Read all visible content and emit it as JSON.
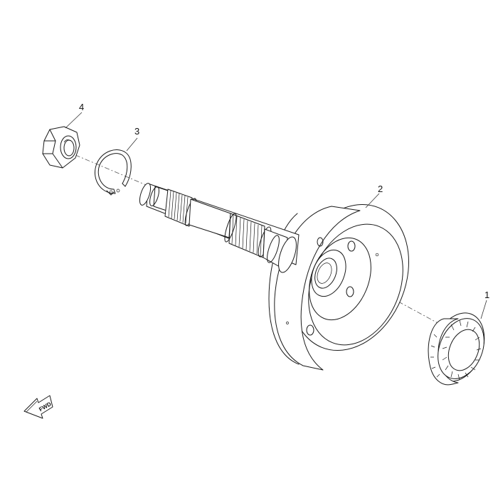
{
  "diagram": {
    "callouts": [
      {
        "id": "callout-4",
        "label": "4",
        "part": "hex-nut"
      },
      {
        "id": "callout-3",
        "label": "3",
        "part": "snap-ring"
      },
      {
        "id": "callout-2",
        "label": "2",
        "part": "shaft-with-drum"
      },
      {
        "id": "callout-1",
        "label": "1",
        "part": "one-way-clutch"
      }
    ],
    "direction_marker": {
      "label": "FWD",
      "icon": "fwd-arrow-icon"
    }
  }
}
